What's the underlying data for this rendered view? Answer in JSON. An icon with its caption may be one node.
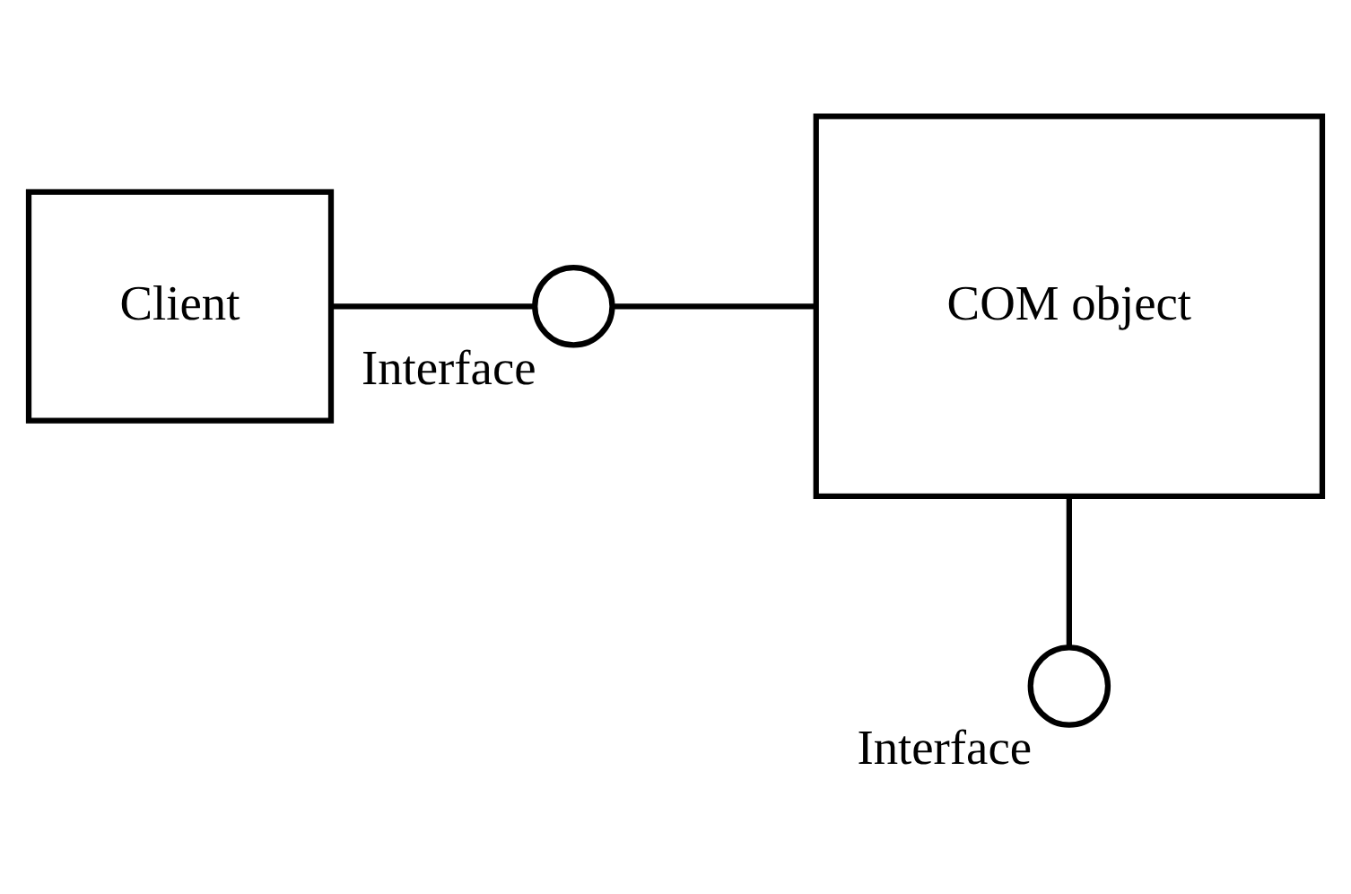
{
  "diagram": {
    "nodes": [
      {
        "text": [
          "Client"
        ]
      },
      {
        "text": [],
        "shape": "circle",
        "beside": [
          "Interface"
        ]
      },
      {
        "text": [
          "COM object"
        ]
      },
      {
        "text": [],
        "shape": "circle",
        "beside": [
          "Interface"
        ]
      }
    ],
    "edges": [
      {
        "from": 0,
        "to": 1,
        "arrow": "none"
      },
      {
        "from": 1,
        "to": 2,
        "arrow": "none"
      },
      {
        "from": 2,
        "to": 3,
        "arrow": "none"
      }
    ]
  }
}
